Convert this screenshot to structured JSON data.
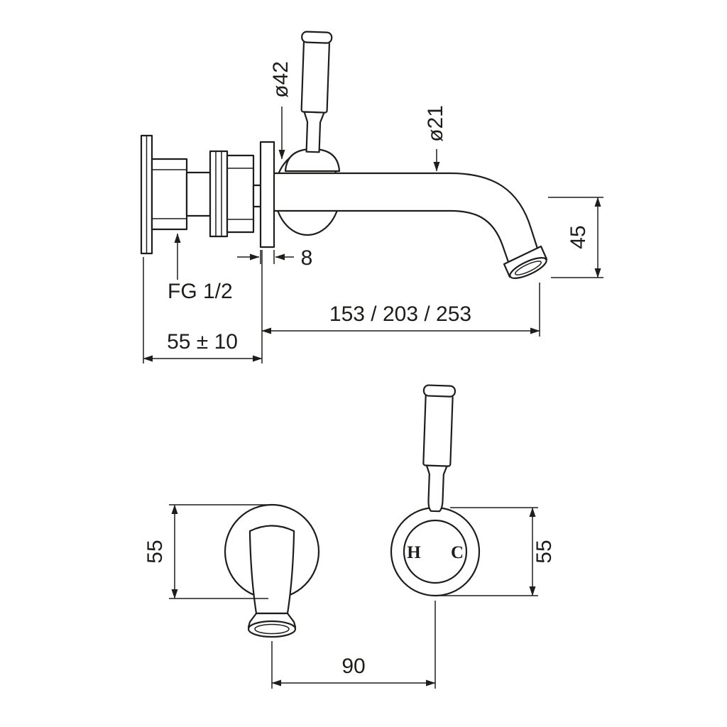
{
  "page": {
    "background_color": "#ffffff",
    "line_color": "#1d1d1b"
  },
  "drawing": {
    "side_view": {
      "labels": {
        "handle_diameter": "ø42",
        "spout_diameter": "ø21",
        "spout_drop": "45",
        "flange_thickness": "8",
        "inlet_thread": "FG 1/2",
        "spout_reach_options": "153 / 203 / 253",
        "wall_depth": "55 ± 10"
      }
    },
    "front_view": {
      "labels": {
        "spout_flange_height": "55",
        "handle_flange_height": "55",
        "centre_distance": "90",
        "hot_indicator": "H",
        "cold_indicator": "C"
      }
    }
  }
}
